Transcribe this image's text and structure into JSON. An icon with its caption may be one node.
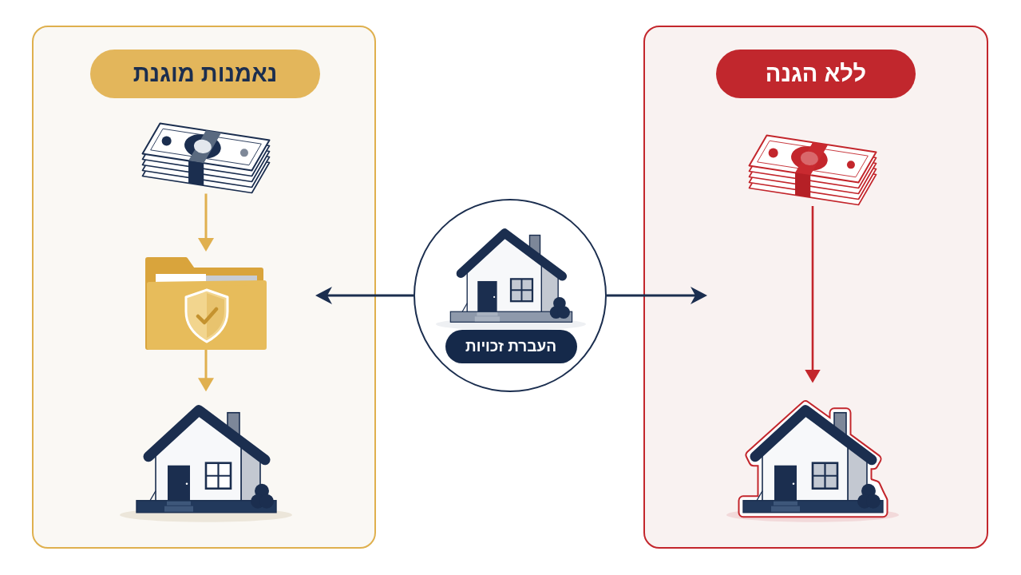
{
  "diagram": {
    "nodes": [
      {
        "text": [],
        "shape": "box"
      },
      {
        "text": [
          "נאמנות מוגנת"
        ],
        "in": 0
      },
      {
        "text": [],
        "shape": "picture",
        "in": 0
      },
      {
        "text": [],
        "shape": "picture",
        "in": 0
      },
      {
        "text": [],
        "shape": "picture",
        "in": 0
      },
      {
        "text": [],
        "shape": "circle"
      },
      {
        "text": [],
        "shape": "picture",
        "in": 5
      },
      {
        "text": [
          "העברת זכויות"
        ],
        "in": 5
      },
      {
        "text": [],
        "shape": "box"
      },
      {
        "text": [
          "ללא הגנה"
        ],
        "in": 8
      },
      {
        "text": [],
        "shape": "picture",
        "in": 8
      },
      {
        "text": [],
        "shape": "picture",
        "in": 8
      }
    ],
    "edges": [
      {
        "from": 2,
        "to": 3,
        "arrow": "to",
        "color": "#e0b04f"
      },
      {
        "from": 3,
        "to": 4,
        "arrow": "to",
        "color": "#e0b04f"
      },
      {
        "from": 5,
        "to": 0,
        "arrow": "to",
        "color": "#1b2e4f"
      },
      {
        "from": 5,
        "to": 8,
        "arrow": "to",
        "color": "#1b2e4f"
      },
      {
        "from": 10,
        "to": 11,
        "arrow": "to",
        "color": "#c3262c"
      }
    ]
  }
}
